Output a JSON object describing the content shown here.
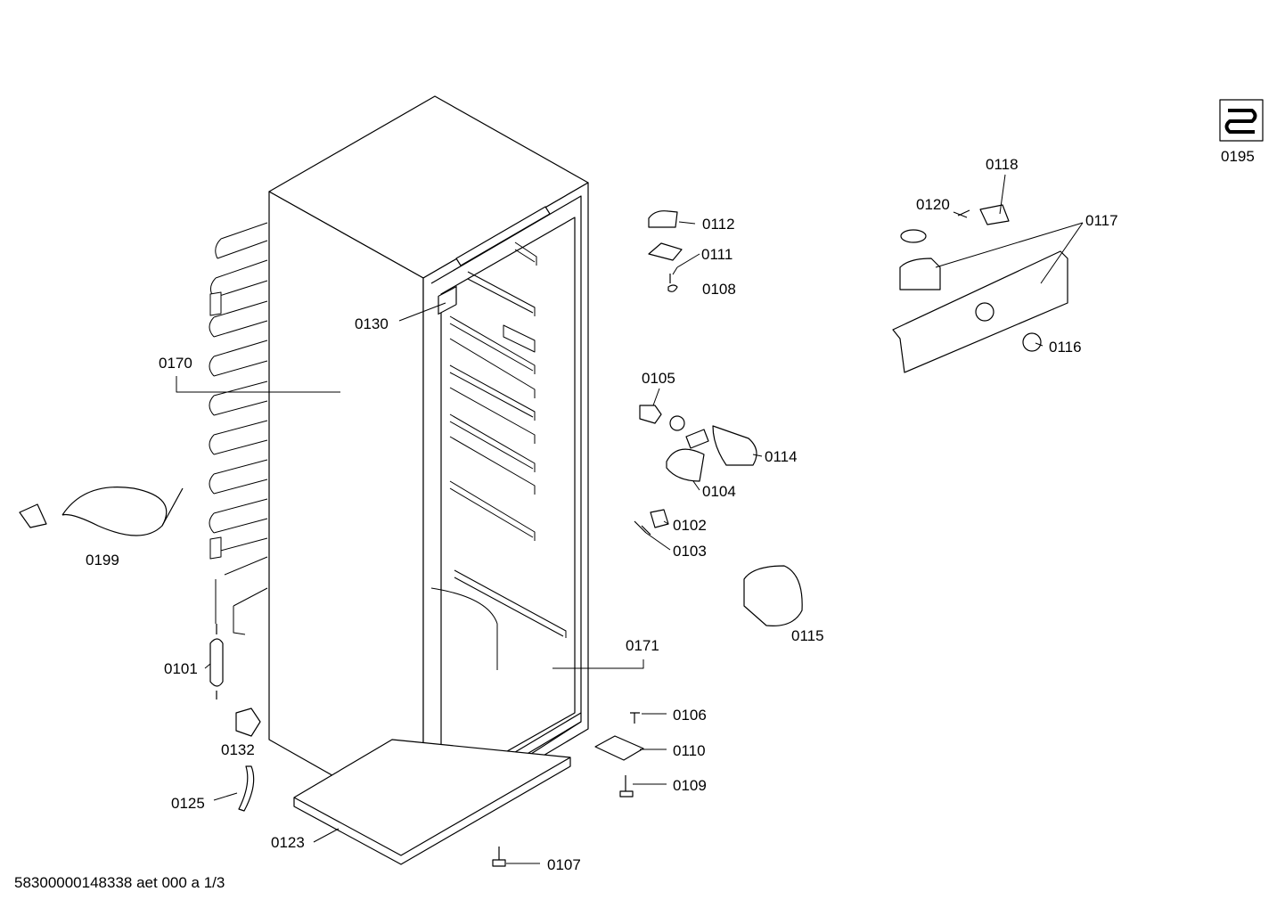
{
  "parts": [
    {
      "id": "p0195",
      "label": "0195"
    },
    {
      "id": "p0118",
      "label": "0118"
    },
    {
      "id": "p0120",
      "label": "0120"
    },
    {
      "id": "p0117",
      "label": "0117"
    },
    {
      "id": "p0116",
      "label": "0116"
    },
    {
      "id": "p0112",
      "label": "0112"
    },
    {
      "id": "p0111",
      "label": "0111"
    },
    {
      "id": "p0108",
      "label": "0108"
    },
    {
      "id": "p0130",
      "label": "0130"
    },
    {
      "id": "p0170",
      "label": "0170"
    },
    {
      "id": "p0105",
      "label": "0105"
    },
    {
      "id": "p0114",
      "label": "0114"
    },
    {
      "id": "p0104",
      "label": "0104"
    },
    {
      "id": "p0102",
      "label": "0102"
    },
    {
      "id": "p0103",
      "label": "0103"
    },
    {
      "id": "p0199",
      "label": "0199"
    },
    {
      "id": "p0115",
      "label": "0115"
    },
    {
      "id": "p0171",
      "label": "0171"
    },
    {
      "id": "p0101",
      "label": "0101"
    },
    {
      "id": "p0106",
      "label": "0106"
    },
    {
      "id": "p0110",
      "label": "0110"
    },
    {
      "id": "p0132",
      "label": "0132"
    },
    {
      "id": "p0109",
      "label": "0109"
    },
    {
      "id": "p0125",
      "label": "0125"
    },
    {
      "id": "p0123",
      "label": "0123"
    },
    {
      "id": "p0107",
      "label": "0107"
    }
  ],
  "footer": {
    "doc_id": "58300000148338 aet 000 a 1/3"
  }
}
